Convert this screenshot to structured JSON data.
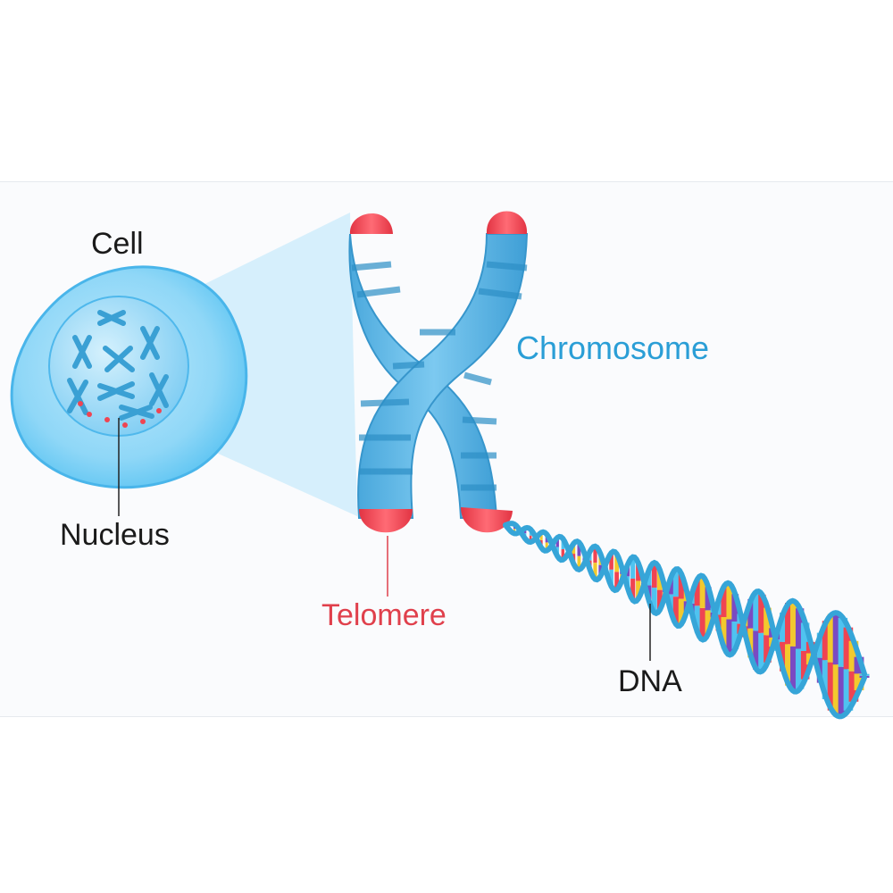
{
  "labels": {
    "cell": "Cell",
    "nucleus": "Nucleus",
    "chromosome": "Chromosome",
    "telomere": "Telomere",
    "dna": "DNA"
  },
  "colors": {
    "cell_label": "#1a1a1a",
    "nucleus_label": "#1a1a1a",
    "chromosome_label": "#2a9ed6",
    "telomere_label": "#e0404c",
    "dna_label": "#1a1a1a",
    "cell_membrane": "#5cc4f2",
    "nucleus": "#7fd2f6",
    "chromatid": "#5ab6e6",
    "chromatid_band": "#2d8fc6",
    "telomere_cap": "#ef4452",
    "dna_backbone": "#36a5d8"
  },
  "dna_base_colors": [
    "#ef4452",
    "#f2c92e",
    "#7a4ac2",
    "#4fc3f0"
  ]
}
